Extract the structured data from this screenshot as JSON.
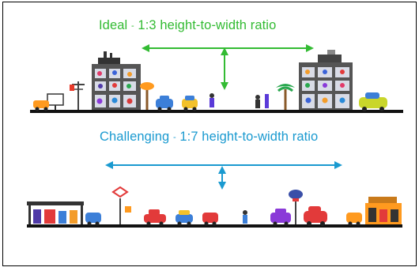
{
  "diagram": {
    "ideal": {
      "label": "Ideal",
      "separator": "-",
      "ratio_text": "1:3 height-to-width ratio",
      "color": "#33bb33"
    },
    "challenging": {
      "label": "Challenging",
      "separator": "-",
      "ratio_text": "1:7 height-to-width ratio",
      "color": "#1a9ad0"
    }
  }
}
